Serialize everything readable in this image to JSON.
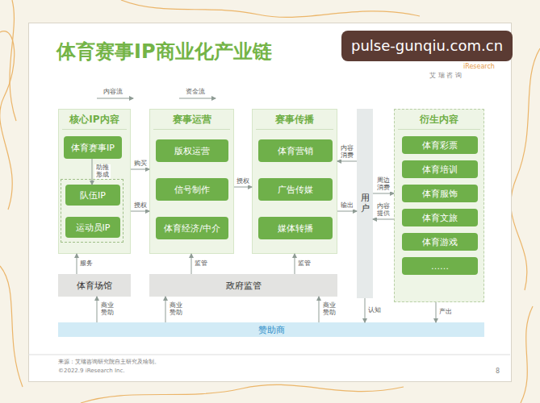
{
  "diagram": {
    "title": "体育赛事IP商业化产业链",
    "caption": "来源：艾瑞咨询研究院自主研究及绘制。",
    "nodes": [
      {
        "text": [
          "核心IP内容"
        ]
      },
      {
        "text": [
          "体育赛事IP"
        ],
        "in": 0
      },
      {
        "text": [
          "队伍IP"
        ],
        "in": 0
      },
      {
        "text": [
          "运动员IP"
        ],
        "in": 0
      },
      {
        "text": [
          "赛事运营"
        ]
      },
      {
        "text": [
          "版权运营"
        ],
        "in": 4
      },
      {
        "text": [
          "信号制作"
        ],
        "in": 4
      },
      {
        "text": [
          "体育经济/中介"
        ],
        "in": 4
      },
      {
        "text": [
          "赛事传播"
        ]
      },
      {
        "text": [
          "体育营销"
        ],
        "in": 8
      },
      {
        "text": [
          "广告传媒"
        ],
        "in": 8
      },
      {
        "text": [
          "媒体转播"
        ],
        "in": 8
      },
      {
        "text": [
          "用户"
        ]
      },
      {
        "text": [
          "衍生内容"
        ]
      },
      {
        "text": [
          "体育彩票"
        ],
        "in": 13
      },
      {
        "text": [
          "体育培训"
        ],
        "in": 13
      },
      {
        "text": [
          "体育服饰"
        ],
        "in": 13
      },
      {
        "text": [
          "体育文旅"
        ],
        "in": 13
      },
      {
        "text": [
          "体育游戏"
        ],
        "in": 13
      },
      {
        "text": [
          "……"
        ],
        "in": 13
      },
      {
        "text": [
          "体育场馆"
        ]
      },
      {
        "text": [
          "政府监管"
        ]
      },
      {
        "text": [
          "赞助商"
        ]
      }
    ],
    "edges": [
      {
        "from": 1,
        "to": 2,
        "label": "助推形成",
        "arrow": "to"
      },
      {
        "from": 0,
        "to": 4,
        "label": "购买",
        "arrow": "to"
      },
      {
        "from": 0,
        "to": 4,
        "label": "授权",
        "arrow": "to"
      },
      {
        "from": 4,
        "to": 8,
        "label": "授权",
        "arrow": "to"
      },
      {
        "from": 12,
        "to": 8,
        "label": "内容消费",
        "arrow": "to"
      },
      {
        "from": 8,
        "to": 12,
        "label": "输出",
        "arrow": "to"
      },
      {
        "from": 12,
        "to": 13,
        "label": "周边消费",
        "arrow": "to"
      },
      {
        "from": 13,
        "to": 12,
        "label": "内容提供",
        "arrow": "to"
      },
      {
        "from": 20,
        "to": 0,
        "label": "服务",
        "arrow": "to"
      },
      {
        "from": 21,
        "to": 4,
        "label": "监管",
        "arrow": "to"
      },
      {
        "from": 21,
        "to": 8,
        "label": "监管",
        "arrow": "to"
      },
      {
        "from": 22,
        "to": 20,
        "label": "商业赞助",
        "arrow": "to"
      },
      {
        "from": 22,
        "to": 21,
        "label": "商业赞助",
        "arrow": "to"
      },
      {
        "from": 22,
        "to": 21,
        "label": "商业赞助",
        "arrow": "to"
      },
      {
        "from": 12,
        "to": 22,
        "label": "认知",
        "arrow": "to"
      },
      {
        "from": 13,
        "to": 22,
        "label": "产出",
        "arrow": "to"
      }
    ],
    "labels": [
      "pulse-gunqiu.com.cn",
      "iResearch",
      "艾 瑞 咨 询",
      "©2022.9 iResearch Inc.",
      "8"
    ],
    "legend": [
      {
        "text": "内容流"
      },
      {
        "text": "资金流"
      }
    ]
  }
}
